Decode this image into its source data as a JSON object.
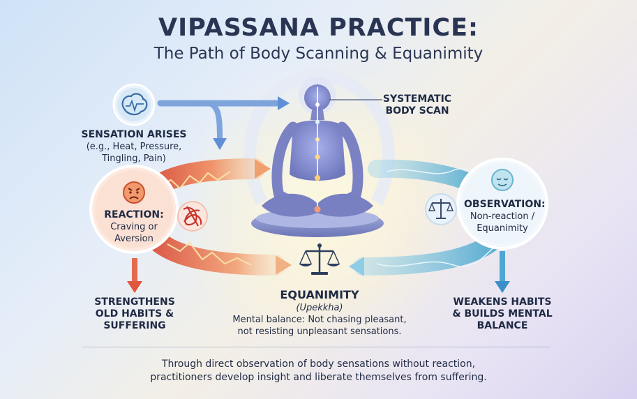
{
  "title": "VIPASSANA PRACTICE:",
  "subtitle": "The Path of Body Scanning & Equanimity",
  "body_scan": {
    "line1": "SYSTEMATIC",
    "line2": "BODY SCAN"
  },
  "sensation": {
    "heading": "SENSATION ARISES",
    "detail1": "(e.g., Heat, Pressure,",
    "detail2": "Tingling, Pain)"
  },
  "reaction": {
    "heading": "REACTION:",
    "line1": "Craving or",
    "line2": "Aversion"
  },
  "observation": {
    "heading": "OBSERVATION:",
    "line1": "Non-reaction /",
    "line2": "Equanimity"
  },
  "strengthens": {
    "line1": "STRENGTHENS",
    "line2": "OLD HABITS &",
    "line3": "SUFFERING"
  },
  "weakens": {
    "line1": "WEAKENS HABITS",
    "line2": "& BUILDS MENTAL",
    "line3": "BALANCE"
  },
  "equanimity": {
    "heading": "EQUANIMITY",
    "pali": "(Upekkha)",
    "desc1": "Mental balance: Not chasing pleasant,",
    "desc2": "not resisting unpleasant sensations."
  },
  "footer": {
    "line1": "Through direct observation of body sensations without reaction,",
    "line2": "practitioners develop insight and liberate themselves from suffering."
  },
  "colors": {
    "blue_flow": "#5f8fd6",
    "red_flow": "#e0573e",
    "teal_flow": "#3aa0c8",
    "figure": "#7f86c9",
    "text": "#1f2a44"
  },
  "icons": [
    "brain-icon",
    "angry-face-icon",
    "tangle-icon",
    "calm-face-icon",
    "balance-scale-icon",
    "meditating-figure"
  ]
}
